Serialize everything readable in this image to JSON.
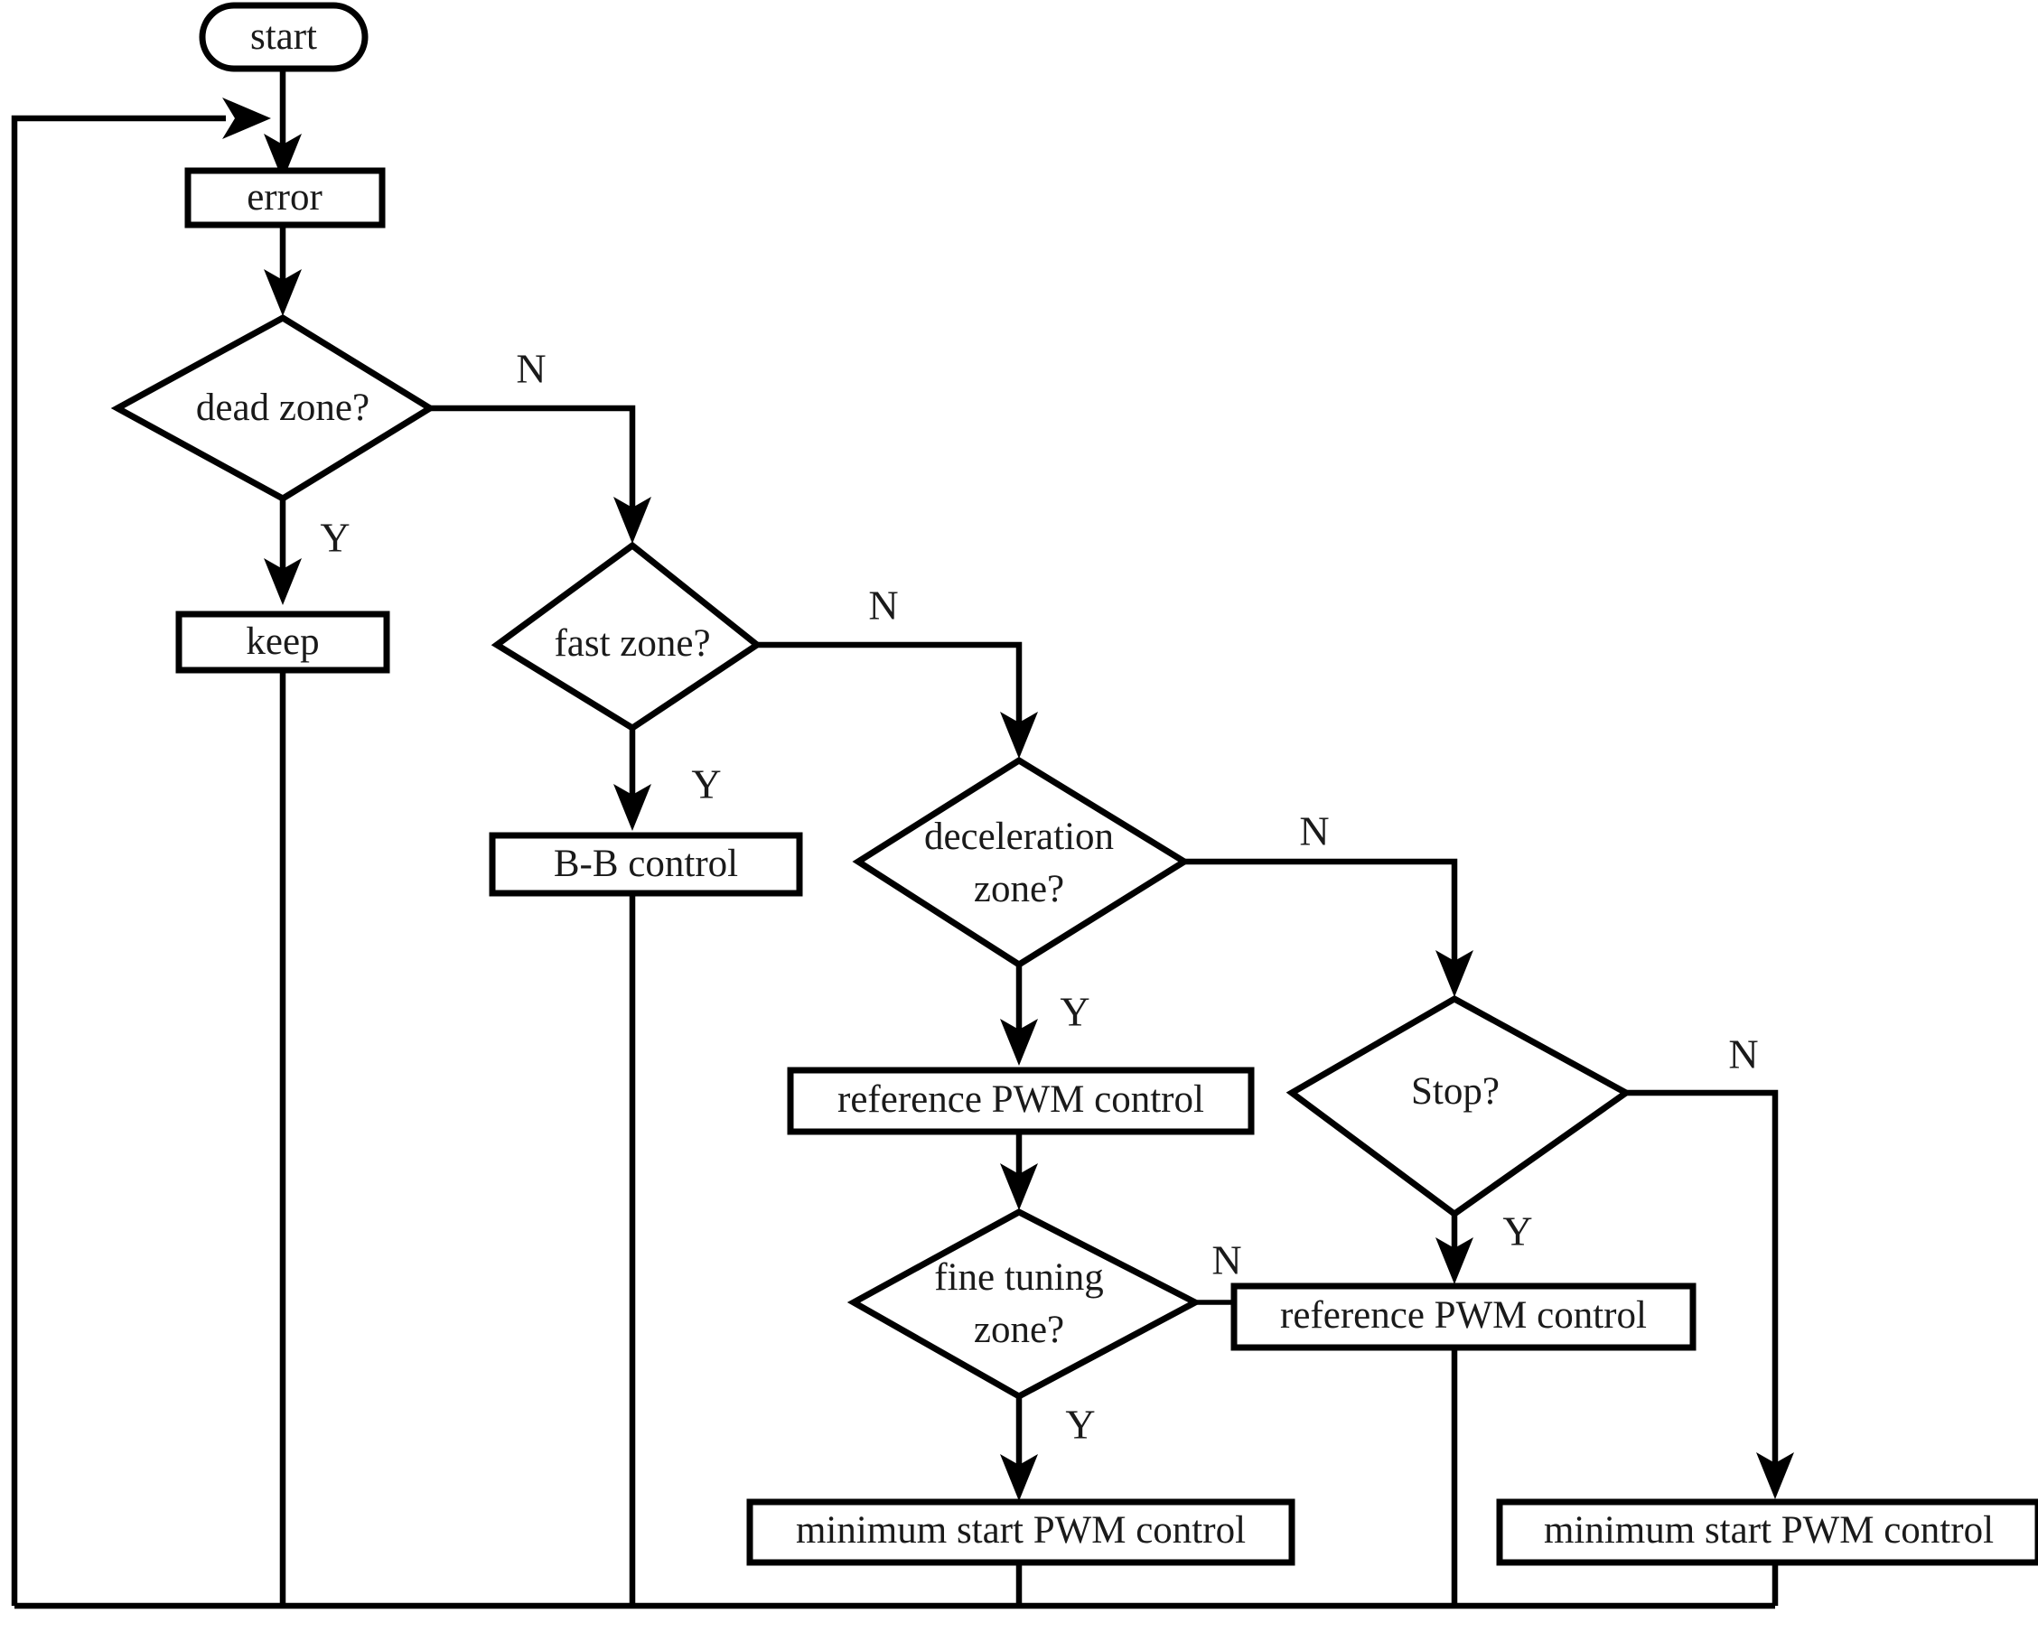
{
  "diagram": {
    "type": "flowchart",
    "title": "motor PWM zone control flowchart",
    "nodes": {
      "start": {
        "label": "start",
        "shape": "terminator"
      },
      "error": {
        "label": "error",
        "shape": "process"
      },
      "dead_zone": {
        "label": "dead zone?",
        "shape": "decision"
      },
      "keep": {
        "label": "keep",
        "shape": "process"
      },
      "fast_zone": {
        "label": "fast zone?",
        "shape": "decision"
      },
      "bb_control": {
        "label": "B-B control",
        "shape": "process"
      },
      "deceleration_zone_line1": {
        "label": "deceleration",
        "shape": "decision"
      },
      "deceleration_zone_line2": {
        "label": "zone?",
        "shape": "decision"
      },
      "reference_pwm_1": {
        "label": "reference PWM control",
        "shape": "process"
      },
      "fine_tuning_line1": {
        "label": "fine tuning",
        "shape": "decision"
      },
      "fine_tuning_line2": {
        "label": "zone?",
        "shape": "decision"
      },
      "stop": {
        "label": "Stop?",
        "shape": "decision"
      },
      "reference_pwm_2": {
        "label": "reference PWM control",
        "shape": "process"
      },
      "minimum_pwm_left": {
        "label": "minimum start PWM control",
        "shape": "process"
      },
      "minimum_pwm_right": {
        "label": "minimum start PWM control",
        "shape": "process"
      }
    },
    "edge_labels": {
      "dead_zone_no": "N",
      "dead_zone_yes": "Y",
      "fast_zone_no": "N",
      "fast_zone_yes": "Y",
      "deceleration_no": "N",
      "deceleration_yes": "Y",
      "fine_tuning_no": "N",
      "fine_tuning_yes": "Y",
      "stop_no": "N",
      "stop_yes": "Y"
    },
    "colors": {
      "stroke": "#000000",
      "fill": "#ffffff",
      "text": "#1a1a1a"
    }
  }
}
